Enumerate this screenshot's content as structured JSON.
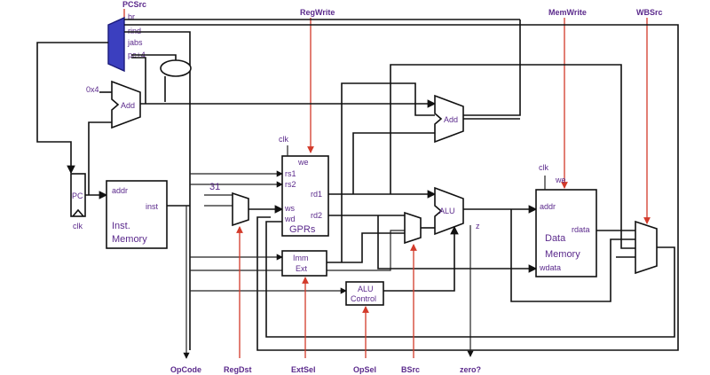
{
  "control_signals": {
    "pcsrc": "PCSrc",
    "regwrite": "RegWrite",
    "memwrite": "MemWrite",
    "wbsrc": "WBSrc",
    "opcode": "OpCode",
    "regdst": "RegDst",
    "extsel": "ExtSel",
    "opsel": "OpSel",
    "bsrc": "BSrc",
    "zero": "zero?"
  },
  "pc_mux_inputs": [
    "br",
    "rind",
    "jabs",
    "pc+4"
  ],
  "pc": {
    "label": "PC",
    "clk": "clk"
  },
  "adder_pc": {
    "const": "0x4",
    "label": "Add"
  },
  "adder_branch": {
    "label": "Add"
  },
  "imem": {
    "title": "Inst.",
    "title2": "Memory",
    "addr": "addr",
    "inst": "inst"
  },
  "regfile": {
    "clk": "clk",
    "we": "we",
    "rs1": "rs1",
    "rs2": "rs2",
    "ws": "ws",
    "wd": "wd",
    "rd1": "rd1",
    "rd2": "rd2",
    "name": "GPRs"
  },
  "regdst_const": "31",
  "immext": {
    "line1": "Imm",
    "line2": "Ext"
  },
  "alu": {
    "label": "ALU",
    "z": "z"
  },
  "alu_control": {
    "line1": "ALU",
    "line2": "Control"
  },
  "dmem": {
    "clk": "clk",
    "we": "we",
    "addr": "addr",
    "rdata": "rdata",
    "wdata": "wdata",
    "title": "Data",
    "title2": "Memory"
  }
}
